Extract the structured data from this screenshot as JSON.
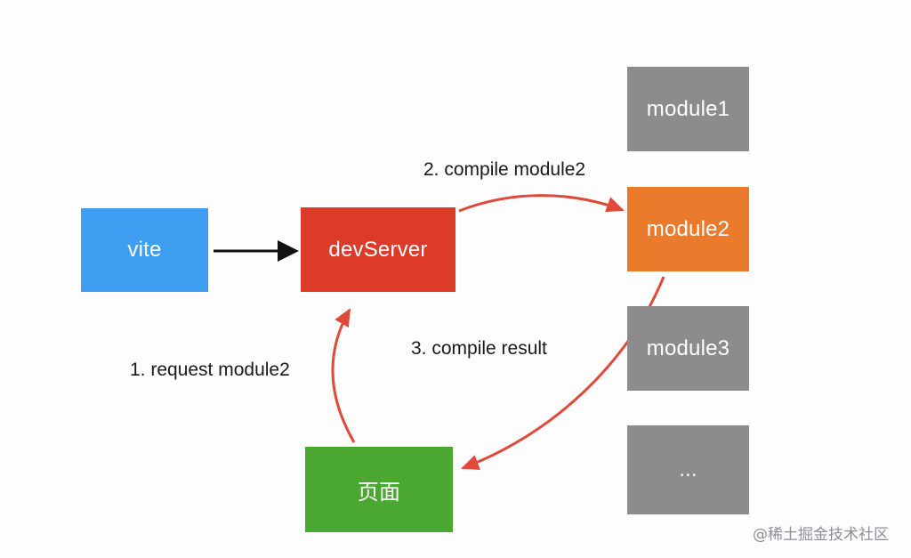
{
  "nodes": {
    "vite": {
      "label": "vite",
      "color": "#3d9ef2"
    },
    "devserver": {
      "label": "devServer",
      "color": "#dd3a2a"
    },
    "page": {
      "label": "页面",
      "color": "#4aa832"
    },
    "module1": {
      "label": "module1",
      "color": "#8c8c8c"
    },
    "module2": {
      "label": "module2",
      "color": "#ea7a2c"
    },
    "module3": {
      "label": "module3",
      "color": "#8c8c8c"
    },
    "module_more": {
      "label": "...",
      "color": "#8c8c8c"
    }
  },
  "edges": {
    "vite_to_devserver": {
      "color": "#111111"
    },
    "request": {
      "label": "1. request module2",
      "color": "#e04a3a"
    },
    "compile": {
      "label": "2. compile module2",
      "color": "#e04a3a"
    },
    "result": {
      "label": "3. compile result",
      "color": "#e04a3a"
    }
  },
  "watermark": {
    "text": "@稀土掘金技术社区"
  }
}
